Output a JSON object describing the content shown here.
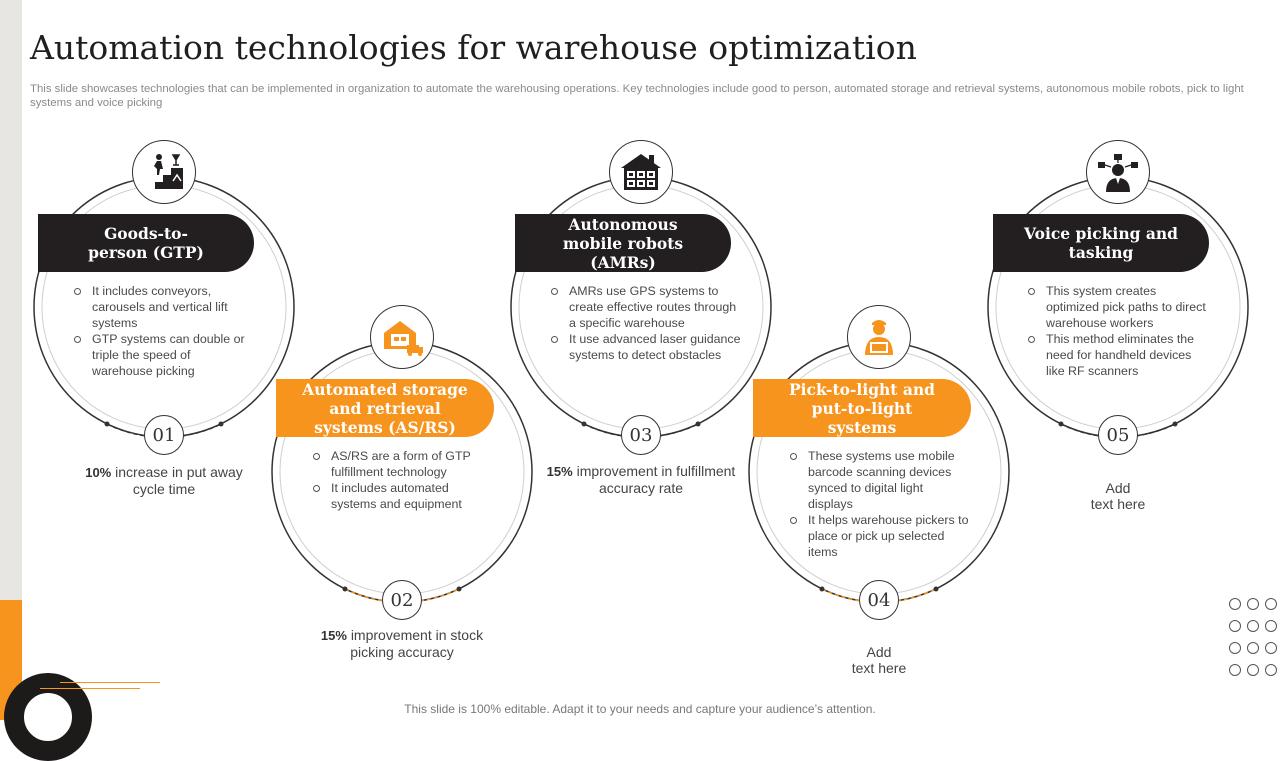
{
  "slide": {
    "title": "Automation technologies for warehouse optimization",
    "subtitle": "This slide showcases technologies that can be implemented in organization to automate the warehousing operations. Key technologies include good to person, automated storage and retrieval systems, autonomous mobile robots, pick to light systems and voice picking",
    "footer": "This slide is 100% editable. Adapt it to your needs and capture your audience’s attention."
  },
  "colors": {
    "accent": "#f7941d",
    "dark": "#231f20",
    "text": "#3a3a3a",
    "muted": "#8a8a8a"
  },
  "steps": [
    {
      "number": "01",
      "heading": "Goods-to-\nperson (GTP)",
      "icon": "stairs-person-icon",
      "bullets": [
        "It includes conveyors, carousels and vertical lift systems",
        "GTP systems can double or triple the speed of warehouse picking"
      ],
      "stat_value": "10%",
      "stat_text": "increase in put away cycle time"
    },
    {
      "number": "02",
      "heading": "Automated storage and retrieval systems (AS/RS)",
      "icon": "warehouse-truck-icon",
      "bullets": [
        "AS/RS are a form of GTP fulfillment technology",
        "It includes automated systems and equipment"
      ],
      "stat_value": "15%",
      "stat_text": "improvement in stock picking accuracy"
    },
    {
      "number": "03",
      "heading": "Autonomous mobile robots (AMRs)",
      "icon": "warehouse-icon",
      "bullets": [
        "AMRs use GPS systems to create effective routes through a specific warehouse",
        "It use advanced laser guidance systems to detect obstacles"
      ],
      "stat_value": "15%",
      "stat_text": "improvement in fulfillment accuracy rate"
    },
    {
      "number": "04",
      "heading": "Pick-to-light and put-to-light systems",
      "icon": "worker-laptop-icon",
      "bullets": [
        "These systems use mobile barcode scanning devices synced to digital light displays",
        "It helps warehouse pickers to place or pick up selected items"
      ],
      "stat_value": "",
      "stat_text": "Add\ntext here"
    },
    {
      "number": "05",
      "heading": "Voice picking and tasking",
      "icon": "businessman-network-icon",
      "bullets": [
        "This system creates optimized pick paths to direct warehouse  workers",
        "This method eliminates the need for handheld devices like RF scanners"
      ],
      "stat_value": "",
      "stat_text": "Add\ntext here"
    }
  ]
}
